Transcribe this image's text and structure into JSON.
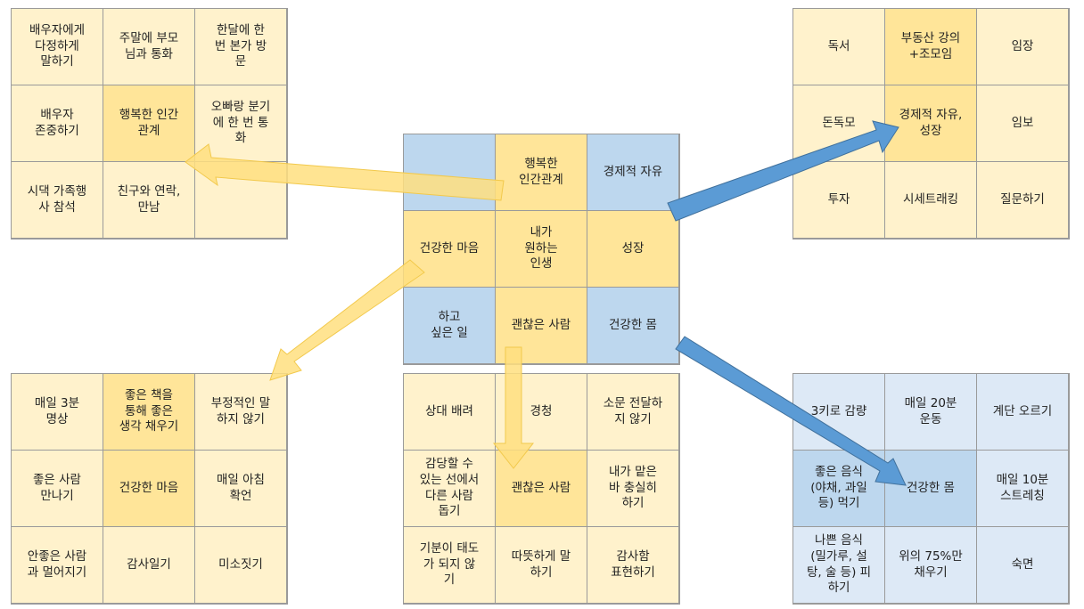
{
  "colors": {
    "yellow_light": "#fff2cc",
    "yellow_dark": "#ffe599",
    "blue_light": "#dde9f6",
    "blue_dark": "#bdd7ee",
    "arrow_yellow": "#ffdf7f",
    "arrow_blue": "#5b9bd5"
  },
  "center": {
    "cells": [
      "",
      "행복한\n인간관계",
      "경제적 자유",
      "건강한 마음",
      "내가\n원하는\n인생",
      "성장",
      "하고\n싶은 일",
      "괜찮은 사람",
      "건강한 몸"
    ],
    "shades": [
      "b-d",
      "y-d",
      "b-d",
      "y-d",
      "y-d",
      "y-d",
      "b-d",
      "y-d",
      "b-d"
    ]
  },
  "top_left": {
    "cells": [
      "배우자에게\n다정하게\n말하기",
      "주말에 부모\n님과 통화",
      "한달에 한\n번 본가 방\n문",
      "배우자\n존중하기",
      "행복한 인간\n관계",
      "오빠랑 분기\n에 한 번 통\n화",
      "시댁 가족행\n사 참석",
      "친구와 연락,\n만남",
      ""
    ],
    "shades": [
      "y-l",
      "y-l",
      "y-l",
      "y-l",
      "y-d",
      "y-l",
      "y-l",
      "y-l",
      "y-l"
    ]
  },
  "top_right": {
    "cells": [
      "독서",
      "부동산 강의\n+조모임",
      "임장",
      "돈독모",
      "경제적 자유,\n성장",
      "임보",
      "투자",
      "시세트래킹",
      "질문하기"
    ],
    "shades": [
      "y-l",
      "y-d",
      "y-l",
      "y-l",
      "y-d",
      "y-l",
      "y-l",
      "y-l",
      "y-l"
    ]
  },
  "bottom_left": {
    "cells": [
      "매일 3분\n명상",
      "좋은 책을\n통해 좋은\n생각 채우기",
      "부정적인 말\n하지 않기",
      "좋은 사람\n만나기",
      "건강한 마음",
      "매일 아침\n확언",
      "안좋은 사람\n과 멀어지기",
      "감사일기",
      "미소짓기"
    ],
    "shades": [
      "y-l",
      "y-d",
      "y-l",
      "y-l",
      "y-d",
      "y-l",
      "y-l",
      "y-l",
      "y-l"
    ]
  },
  "bottom_center": {
    "cells": [
      "상대 배려",
      "경청",
      "소문 전달하\n지 않기",
      "감당할 수\n있는 선에서\n다른 사람\n돕기",
      "괜찮은 사람",
      "내가 맡은\n바 충실히\n하기",
      "기분이 태도\n가 되지 않\n기",
      "따뜻하게 말\n하기",
      "감사함\n표현하기"
    ],
    "shades": [
      "y-l",
      "y-l",
      "y-l",
      "y-l",
      "y-d",
      "y-l",
      "y-l",
      "y-l",
      "y-l"
    ]
  },
  "bottom_right": {
    "cells": [
      "3키로 감량",
      "매일 20분\n운동",
      "계단 오르기",
      "좋은 음식\n(야채, 과일\n등) 먹기",
      "건강한 몸",
      "매일 10분\n스트레칭",
      "나쁜 음식\n(밀가루, 설\n탕, 술 등) 피\n하기",
      "위의 75%만\n채우기",
      "숙면"
    ],
    "shades": [
      "b-l",
      "b-l",
      "b-l",
      "b-d",
      "b-d",
      "b-l",
      "b-l",
      "b-l",
      "b-l"
    ]
  }
}
